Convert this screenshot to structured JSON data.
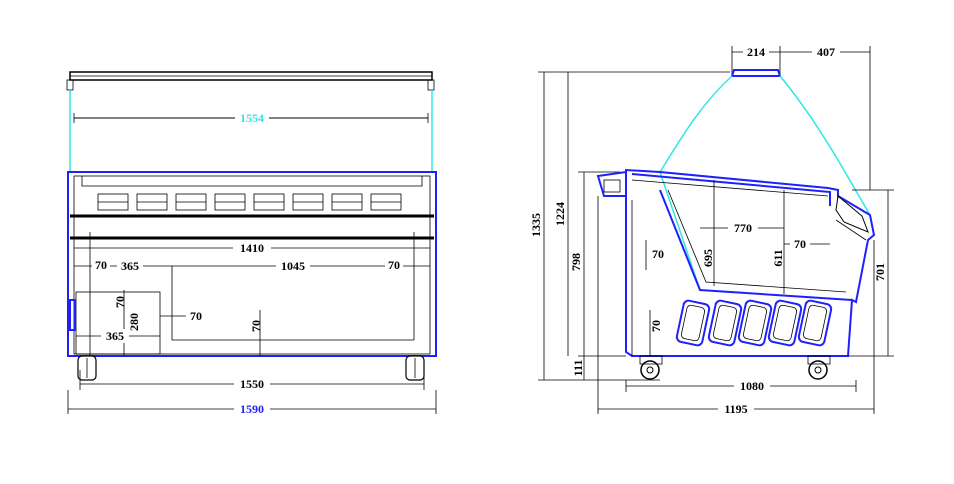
{
  "colors": {
    "frame": "#2020ff",
    "glass": "#2ee6e6",
    "dimension": "#000000",
    "label_cyan": "#2ee6e6",
    "label_blue": "#2020ff"
  },
  "front_view": {
    "dims": {
      "glass_width": "1554",
      "inner_width": "1410",
      "compartment_width": "1045",
      "side_left": "70",
      "offset_365": "365",
      "side_right": "70",
      "step_70": "70",
      "offset_70_mid": "70",
      "base_70": "70",
      "drawer_280": "280",
      "drawer_365": "365",
      "wheel_span": "1550",
      "overall_width": "1590"
    }
  },
  "side_view": {
    "dims": {
      "top_214": "214",
      "top_407": "407",
      "total_height": "1335",
      "body_height": "1224",
      "height_798": "798",
      "wall_70": "70",
      "depth_695": "695",
      "tray_770": "770",
      "height_611": "611",
      "right_70": "70",
      "front_701": "701",
      "base_70": "70",
      "castor_111": "111",
      "wheel_base_1080": "1080",
      "overall_depth_1195": "1195"
    }
  }
}
